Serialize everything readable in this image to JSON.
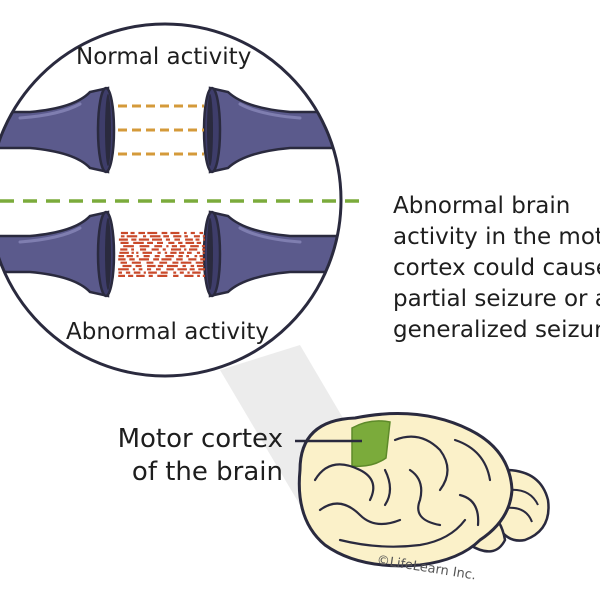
{
  "labels": {
    "normal_activity": "Normal activity",
    "abnormal_activity": "Abnormal activity",
    "side_caption": [
      "Abnormal brain",
      "activity in the mot",
      "cortex could cause",
      "partial seizure or a",
      "generalized seizur"
    ],
    "motor_cortex": [
      "Motor cortex",
      "of the brain"
    ],
    "copyright": "©LifeLearn Inc."
  },
  "colors": {
    "outline": "#2a2a3e",
    "neuron": "#5b5a8c",
    "neuron_dark": "#3e3d6a",
    "neuron_light": "#7f7eb0",
    "normal_signal": "#d49a3a",
    "abnormal_signal": "#c9492a",
    "divider": "#7bab3b",
    "brain_fill": "#fbf1c9",
    "motor_cortex": "#7bab3b",
    "callout": "#ececec"
  }
}
